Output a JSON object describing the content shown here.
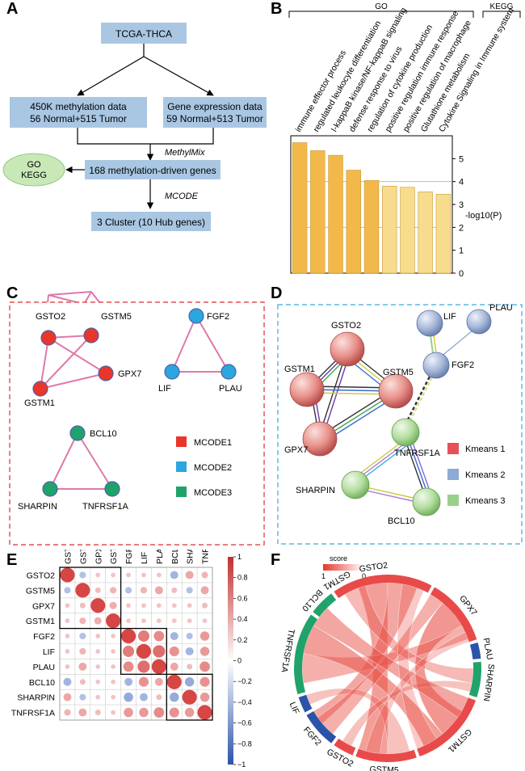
{
  "panels": {
    "a": "A",
    "b": "B",
    "c": "C",
    "d": "D",
    "e": "E",
    "f": "F"
  },
  "flow": {
    "source": "TCGA-THCA",
    "meth_line1": "450K methylation data",
    "meth_line2": "56 Normal+515 Tumor",
    "expr_line1": "Gene expression data",
    "expr_line2": "59 Normal+513 Tumor",
    "methylmix": "MethylMix",
    "driven": "168 methylation-driven genes",
    "go_line1": "GO",
    "go_line2": "KEGG",
    "mcode": "MCODE",
    "cluster": "3 Cluster (10 Hub genes)"
  },
  "colors": {
    "flow_box": "#a9c7e3",
    "go_ellipse": "#c8e8b8",
    "bar_dark": "#f2b94a",
    "bar_light": "#f8dc8e",
    "mcode1": "#e8362a",
    "mcode2": "#2ba6de",
    "mcode3": "#1fa36b",
    "edge": "#de7aa8",
    "panel_c_border": "#e03a3a",
    "panel_d_border": "#3aaad6",
    "kmeans1": "#e8505a",
    "kmeans2": "#8eaad6",
    "kmeans3": "#9ad08a",
    "chord_red": "#e84a4a",
    "chord_blue": "#2b54a8",
    "chord_green": "#1fa36b"
  },
  "chart_data": {
    "type": "bar",
    "group_labels": {
      "go": "GO",
      "kegg": "KEGG"
    },
    "categories": [
      "immune effector process",
      "regulated leukocyte differentiation",
      "I-kappaB kinase/NF-kappaB signaling",
      "defense response to virus",
      "regulation of cytokine production",
      "positive regulation immune response",
      "positive regulation of macrophage",
      "Glutathione metabolism",
      "Cytokine Signaling in Immune system"
    ],
    "values": [
      5.7,
      5.35,
      5.15,
      4.5,
      4.05,
      3.8,
      3.75,
      3.55,
      3.45
    ],
    "shade": [
      "dark",
      "dark",
      "dark",
      "dark",
      "dark",
      "light",
      "light",
      "light",
      "light"
    ],
    "ylabel": "-log10(P)",
    "ylim": [
      0,
      6
    ],
    "yticks": [
      "0",
      "1",
      "2",
      "3",
      "4",
      "5"
    ],
    "gridlines": [
      2,
      4
    ]
  },
  "networkC": {
    "genes": {
      "gsto2": "GSTO2",
      "gstm5": "GSTM5",
      "gpx7": "GPX7",
      "gstm1": "GSTM1",
      "fgf2": "FGF2",
      "lif": "LIF",
      "plau": "PLAU",
      "bcl10": "BCL10",
      "sharpin": "SHARPIN",
      "tnfrsf1a": "TNFRSF1A"
    },
    "legend": [
      "MCODE1",
      "MCODE2",
      "MCODE3"
    ]
  },
  "networkD": {
    "genes": {
      "lif": "LIF",
      "plau": "PLAU",
      "fgf2": "FGF2",
      "gsto2": "GSTO2",
      "gstm1": "GSTM1",
      "gstm5": "GSTM5",
      "gpx7": "GPX7",
      "tnfrsf1a": "TNFRSF1A",
      "sharpin": "SHARPIN",
      "bcl10": "BCL10"
    },
    "legend": [
      "Kmeans 1",
      "Kmeans 2",
      "Kmeans 3"
    ]
  },
  "heatmap": {
    "genes": [
      "GSTO2",
      "GSTM5",
      "GPX7",
      "GSTM1",
      "FGF2",
      "LIF",
      "PLAU",
      "BCL10",
      "SHARPIN",
      "TNFRSF1A"
    ],
    "scale": [
      "1",
      "0.8",
      "0.6",
      "0.4",
      "0.2",
      "0",
      "−0.2",
      "−0.4",
      "−0.6",
      "−0.8",
      "−1"
    ],
    "matrix": [
      [
        1,
        -0.2,
        0.1,
        0.1,
        0.1,
        0.1,
        0.1,
        -0.3,
        0.3,
        0.2
      ],
      [
        -0.2,
        1,
        0.15,
        0.2,
        -0.2,
        0.2,
        0.3,
        0.15,
        -0.2,
        0.3
      ],
      [
        0.1,
        0.15,
        1,
        0.25,
        0.1,
        0.1,
        0.1,
        0.1,
        0.1,
        0.15
      ],
      [
        0.1,
        0.2,
        0.25,
        1,
        0.1,
        0.1,
        0.1,
        0.1,
        0.1,
        0.1
      ],
      [
        0.1,
        -0.2,
        0.1,
        0.1,
        1,
        0.6,
        0.5,
        -0.3,
        -0.2,
        0.4
      ],
      [
        0.1,
        0.2,
        0.1,
        0.1,
        0.6,
        1,
        0.7,
        0.45,
        -0.3,
        0.4
      ],
      [
        0.1,
        0.3,
        0.1,
        0.1,
        0.5,
        0.7,
        1,
        0.3,
        0.15,
        0.5
      ],
      [
        -0.3,
        0.15,
        0.1,
        0.1,
        -0.3,
        0.45,
        0.3,
        1,
        -0.4,
        0.45
      ],
      [
        0.3,
        -0.2,
        0.1,
        0.1,
        -0.4,
        -0.3,
        0.15,
        -0.4,
        1,
        0.4
      ],
      [
        0.2,
        0.3,
        0.15,
        0.1,
        0.4,
        0.4,
        0.5,
        0.45,
        0.4,
        1
      ]
    ]
  },
  "chord": {
    "legend_title": "score",
    "legend_max": "1",
    "legend_min": "0",
    "labels": [
      "GSTO2",
      "GPX7",
      "PLAU",
      "SHARPIN",
      "GSTM1",
      "GSTM5",
      "GSTO2",
      "FGF2",
      "LIF",
      "TNFRSF1A",
      "BCL10",
      "GSTM1"
    ]
  }
}
